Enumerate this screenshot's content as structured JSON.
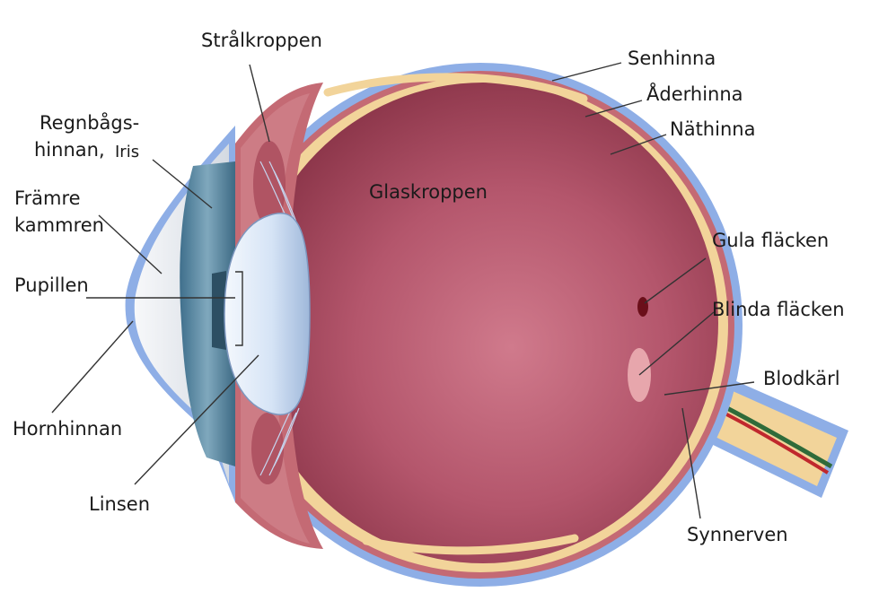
{
  "labels": {
    "stralkroppen": "Strålkroppen",
    "senhinna": "Senhinna",
    "aderhinna": "Åderhinna",
    "nathinna": "Näthinna",
    "regnbags_1": "Regnbågs-",
    "regnbags_2": "hinnan,",
    "iris": "Iris",
    "framre_1": "Främre",
    "framre_2": "kammren",
    "glaskroppen": "Glaskroppen",
    "pupillen": "Pupillen",
    "gula_flacken": "Gula fläcken",
    "blinda_flacken": "Blinda fläcken",
    "blodkarl": "Blodkärl",
    "hornhinnan": "Hornhinnan",
    "linsen": "Linsen",
    "synnerven": "Synnerven"
  },
  "colors": {
    "sclera": "#8eaee6",
    "choroid": "#c46a74",
    "retina": "#f2d49a",
    "vitreous": "#9c4256",
    "vitreous_center": "#cc7486",
    "lens": "#d8e6f8",
    "iris": "#4d7d96",
    "cornea": "#e6eaef",
    "macula": "#6b0f1a",
    "blind_spot": "#e7a6ac",
    "vessel_red": "#c0282d",
    "vessel_green": "#2f6b3a",
    "leader_line": "#333333"
  }
}
